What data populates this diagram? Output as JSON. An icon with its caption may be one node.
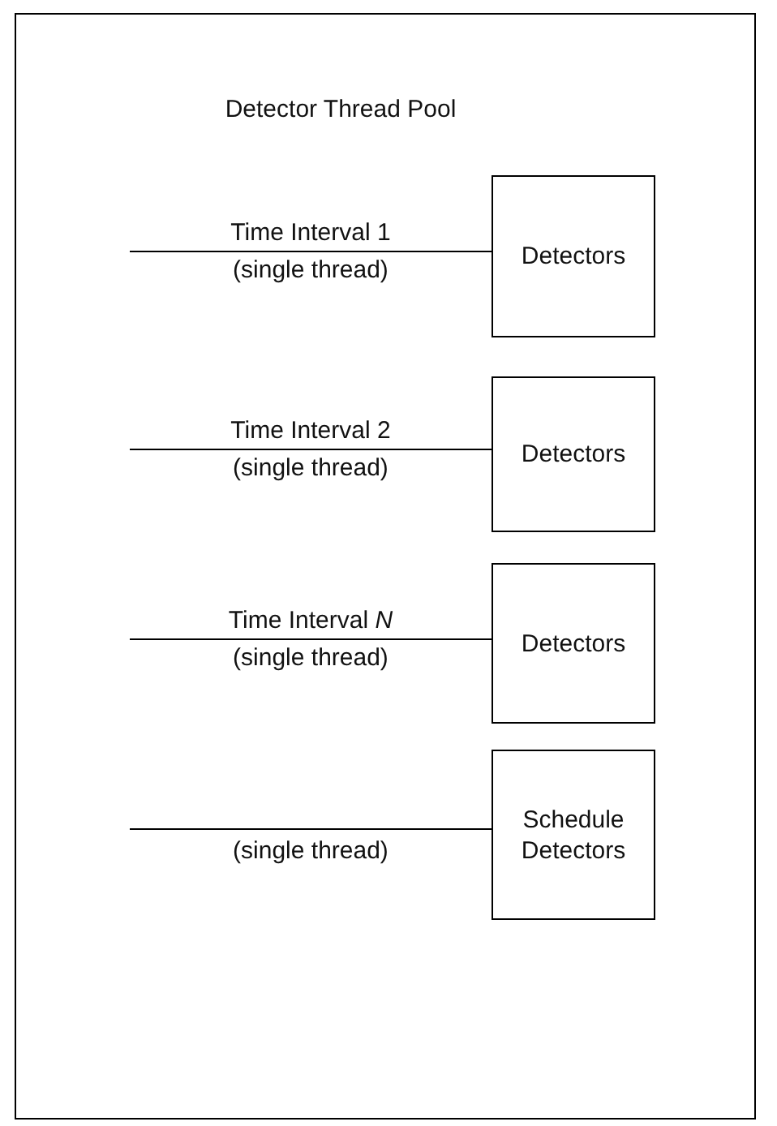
{
  "diagram": {
    "nodes": [
      {
        "text": [
          "Detector Thread Pool"
        ]
      },
      {
        "text": [
          "Detectors"
        ],
        "in": 0
      },
      {
        "text": [
          "Detectors"
        ],
        "in": 0
      },
      {
        "text": [
          "Detectors"
        ],
        "in": 0
      },
      {
        "text": [
          "Schedule Detectors"
        ],
        "in": 0
      }
    ],
    "edges": [
      {
        "from": null,
        "to": 1,
        "arrow": "none",
        "label": "Time Interval 1 (single thread)"
      },
      {
        "from": null,
        "to": 2,
        "arrow": "none",
        "label": "Time Interval 2 (single thread)"
      },
      {
        "from": null,
        "to": 3,
        "arrow": "none",
        "label": "Time Interval *N* (single thread)"
      },
      {
        "from": null,
        "to": 4,
        "arrow": "none",
        "label": "(single thread)"
      }
    ]
  }
}
